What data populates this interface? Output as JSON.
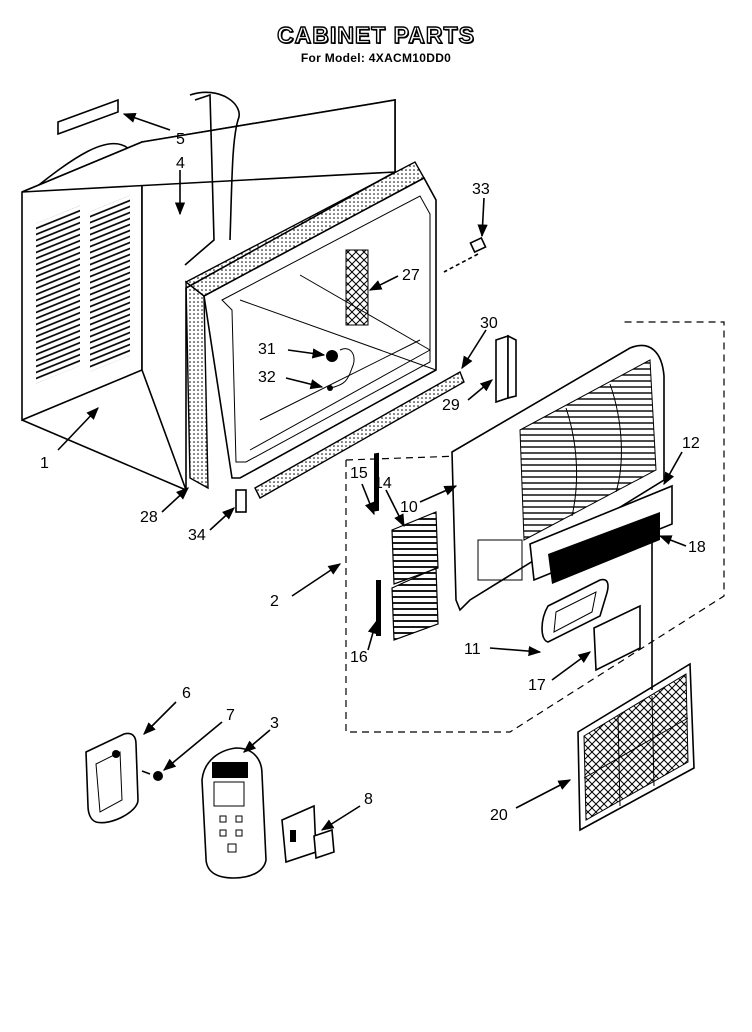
{
  "header": {
    "title": "CABINET PARTS",
    "subtitle": "For Model: 4XACM10DD0"
  },
  "callouts": [
    {
      "id": "5",
      "text": "5"
    },
    {
      "id": "4",
      "text": "4"
    },
    {
      "id": "33",
      "text": "33"
    },
    {
      "id": "27",
      "text": "27"
    },
    {
      "id": "30",
      "text": "30"
    },
    {
      "id": "31",
      "text": "31"
    },
    {
      "id": "32",
      "text": "32"
    },
    {
      "id": "29",
      "text": "29"
    },
    {
      "id": "1",
      "text": "1"
    },
    {
      "id": "12",
      "text": "12"
    },
    {
      "id": "15",
      "text": "15"
    },
    {
      "id": "14",
      "text": "14"
    },
    {
      "id": "10",
      "text": "10"
    },
    {
      "id": "28",
      "text": "28"
    },
    {
      "id": "34",
      "text": "34"
    },
    {
      "id": "18",
      "text": "18"
    },
    {
      "id": "2",
      "text": "2"
    },
    {
      "id": "16",
      "text": "16"
    },
    {
      "id": "11",
      "text": "11"
    },
    {
      "id": "17",
      "text": "17"
    },
    {
      "id": "6",
      "text": "6"
    },
    {
      "id": "7",
      "text": "7"
    },
    {
      "id": "3",
      "text": "3"
    },
    {
      "id": "8",
      "text": "8"
    },
    {
      "id": "20",
      "text": "20"
    }
  ]
}
